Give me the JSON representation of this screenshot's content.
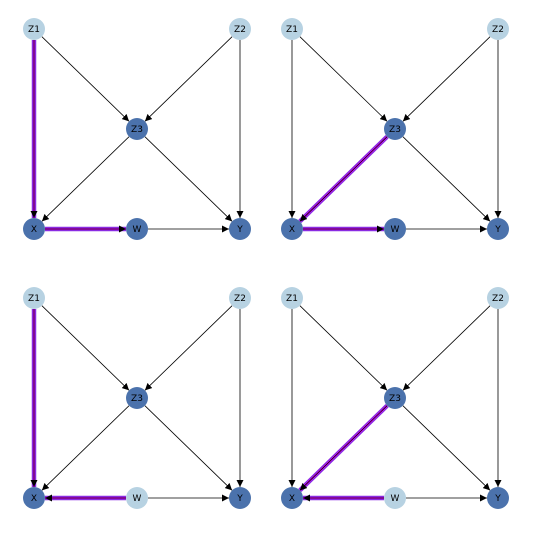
{
  "colors": {
    "observed": "#4b72ac",
    "unobserved": "#b7d2e2",
    "edge": "#000000",
    "highlight_outer": "#8a2be2",
    "highlight_inner": "#ff00ff",
    "background": "#ffffff"
  },
  "panels": [
    {
      "nodes": [
        {
          "id": "Z1",
          "label": "Z1",
          "kind": "unobserved"
        },
        {
          "id": "Z2",
          "label": "Z2",
          "kind": "unobserved"
        },
        {
          "id": "Z3",
          "label": "Z3",
          "kind": "observed"
        },
        {
          "id": "X",
          "label": "X",
          "kind": "observed"
        },
        {
          "id": "W",
          "label": "W",
          "kind": "observed"
        },
        {
          "id": "Y",
          "label": "Y",
          "kind": "observed"
        }
      ],
      "edges": [
        {
          "from": "Z1",
          "to": "X",
          "highlight": true
        },
        {
          "from": "Z1",
          "to": "Z3",
          "highlight": false
        },
        {
          "from": "Z2",
          "to": "Z3",
          "highlight": false
        },
        {
          "from": "Z2",
          "to": "Y",
          "highlight": false
        },
        {
          "from": "Z3",
          "to": "X",
          "highlight": false
        },
        {
          "from": "Z3",
          "to": "Y",
          "highlight": false
        },
        {
          "from": "X",
          "to": "W",
          "highlight": true
        },
        {
          "from": "W",
          "to": "Y",
          "highlight": false
        }
      ]
    },
    {
      "nodes": [
        {
          "id": "Z1",
          "label": "Z1",
          "kind": "unobserved"
        },
        {
          "id": "Z2",
          "label": "Z2",
          "kind": "unobserved"
        },
        {
          "id": "Z3",
          "label": "Z3",
          "kind": "observed"
        },
        {
          "id": "X",
          "label": "X",
          "kind": "observed"
        },
        {
          "id": "W",
          "label": "W",
          "kind": "observed"
        },
        {
          "id": "Y",
          "label": "Y",
          "kind": "observed"
        }
      ],
      "edges": [
        {
          "from": "Z1",
          "to": "X",
          "highlight": false
        },
        {
          "from": "Z1",
          "to": "Z3",
          "highlight": false
        },
        {
          "from": "Z2",
          "to": "Z3",
          "highlight": false
        },
        {
          "from": "Z2",
          "to": "Y",
          "highlight": false
        },
        {
          "from": "Z3",
          "to": "X",
          "highlight": true
        },
        {
          "from": "Z3",
          "to": "Y",
          "highlight": false
        },
        {
          "from": "X",
          "to": "W",
          "highlight": true
        },
        {
          "from": "W",
          "to": "Y",
          "highlight": false
        }
      ]
    },
    {
      "nodes": [
        {
          "id": "Z1",
          "label": "Z1",
          "kind": "unobserved"
        },
        {
          "id": "Z2",
          "label": "Z2",
          "kind": "unobserved"
        },
        {
          "id": "Z3",
          "label": "Z3",
          "kind": "observed"
        },
        {
          "id": "X",
          "label": "X",
          "kind": "observed"
        },
        {
          "id": "W",
          "label": "W",
          "kind": "unobserved"
        },
        {
          "id": "Y",
          "label": "Y",
          "kind": "observed"
        }
      ],
      "edges": [
        {
          "from": "Z1",
          "to": "X",
          "highlight": true
        },
        {
          "from": "Z1",
          "to": "Z3",
          "highlight": false
        },
        {
          "from": "Z2",
          "to": "Z3",
          "highlight": false
        },
        {
          "from": "Z2",
          "to": "Y",
          "highlight": false
        },
        {
          "from": "Z3",
          "to": "X",
          "highlight": false
        },
        {
          "from": "Z3",
          "to": "Y",
          "highlight": false
        },
        {
          "from": "W",
          "to": "X",
          "highlight": true
        },
        {
          "from": "W",
          "to": "Y",
          "highlight": false
        }
      ]
    },
    {
      "nodes": [
        {
          "id": "Z1",
          "label": "Z1",
          "kind": "unobserved"
        },
        {
          "id": "Z2",
          "label": "Z2",
          "kind": "unobserved"
        },
        {
          "id": "Z3",
          "label": "Z3",
          "kind": "observed"
        },
        {
          "id": "X",
          "label": "X",
          "kind": "observed"
        },
        {
          "id": "W",
          "label": "W",
          "kind": "unobserved"
        },
        {
          "id": "Y",
          "label": "Y",
          "kind": "observed"
        }
      ],
      "edges": [
        {
          "from": "Z1",
          "to": "X",
          "highlight": false
        },
        {
          "from": "Z1",
          "to": "Z3",
          "highlight": false
        },
        {
          "from": "Z2",
          "to": "Z3",
          "highlight": false
        },
        {
          "from": "Z2",
          "to": "Y",
          "highlight": false
        },
        {
          "from": "Z3",
          "to": "X",
          "highlight": true
        },
        {
          "from": "Z3",
          "to": "Y",
          "highlight": false
        },
        {
          "from": "W",
          "to": "X",
          "highlight": true
        },
        {
          "from": "W",
          "to": "Y",
          "highlight": false
        }
      ]
    }
  ]
}
